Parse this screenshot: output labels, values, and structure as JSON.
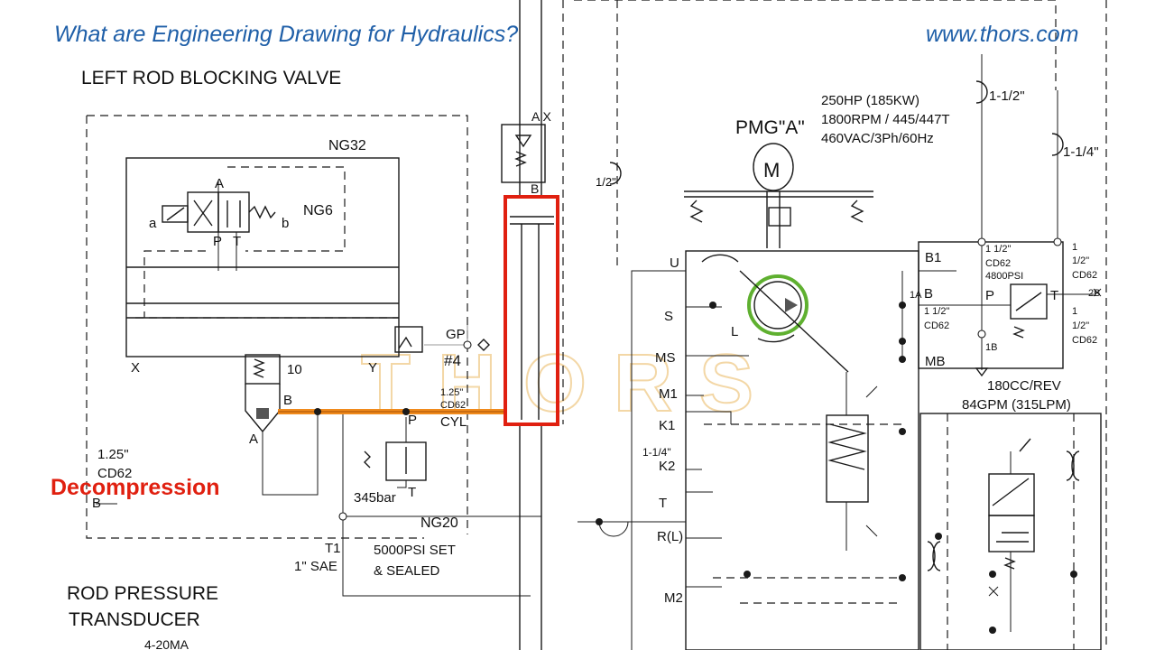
{
  "header": {
    "title": "What are Engineering Drawing for Hydraulics?",
    "site": "www.thors.com"
  },
  "watermark": "THORS",
  "colors": {
    "header": "#1f5fa8",
    "highlight_red": "#e02010",
    "highlight_orange": "#f08a1c",
    "highlight_green": "#5fb030"
  },
  "labels": {
    "left_rod_blocking_valve": "LEFT ROD BLOCKING VALVE",
    "ng32": "NG32",
    "ng6": "NG6",
    "valve_a": "A",
    "valve_p": "P",
    "valve_t": "T",
    "sol_a": "a",
    "sol_b": "b",
    "x_left": "X",
    "y_left": "Y",
    "spring_10": "10",
    "port_b": "B",
    "port_a": "A",
    "port_p": "P",
    "size_125": "1.25\"",
    "cd62": "CD62",
    "cyl": "CYL",
    "gp": "GP",
    "hash4": "#4",
    "decompression": "Decompression",
    "b_low": "B",
    "bar345": "345bar",
    "t_port": "T",
    "ng20": "NG20",
    "t1": "T1",
    "sae1": "1\" SAE",
    "psi5000_a": "5000PSI SET",
    "psi5000_b": "& SEALED",
    "rod_pressure_a": "ROD PRESSURE",
    "rod_pressure_b": "TRANSDUCER",
    "ma420": "4-20MA",
    "ax": "A X",
    "b_top": "B",
    "half": "1/2\"",
    "pmg": "PMG\"A\"",
    "motor_m": "M",
    "hp": "250HP (185KW)",
    "rpm": "1800RPM / 445/447T",
    "vac": "460VAC/3Ph/60Hz",
    "size_1_5": "1-1/2\"",
    "size_1_25": "1-1/4\"",
    "u": "U",
    "s": "S",
    "l": "L",
    "ms": "MS",
    "m1": "M1",
    "k1": "K1",
    "size_1_14": "1-1/4\"",
    "k2": "K2",
    "t_pump": "T",
    "rl": "R(L)",
    "m2": "M2",
    "b1": "B1",
    "one_a": "1A",
    "b_mid": "B",
    "p_mid": "P",
    "t_mid": "T",
    "two_b": "2B",
    "one_b": "1B",
    "mb": "MB",
    "r_1half": "1 1/2\"",
    "r_cd62": "CD62",
    "r_4800": "4800PSI",
    "r2_1": "1",
    "r2_half": "1/2\"",
    "r2_cd62": "CD62",
    "m_1half": "1 1/2\"",
    "m_cd62": "CD62",
    "r3_1": "1",
    "r3_half": "1/2\"",
    "r3_cd62": "CD62",
    "cc": "180CC/REV",
    "gpm": "84GPM (315LPM)"
  }
}
